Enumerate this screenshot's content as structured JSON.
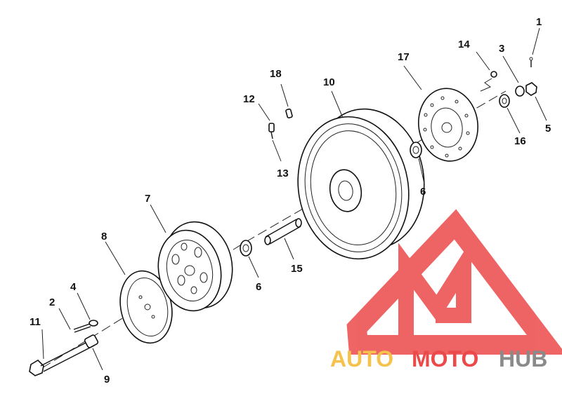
{
  "diagram": {
    "callouts": [
      "1",
      "2",
      "3",
      "4",
      "5",
      "6",
      "6",
      "7",
      "8",
      "9",
      "10",
      "11",
      "12",
      "13",
      "14",
      "15",
      "16",
      "17",
      "18"
    ]
  },
  "watermark": {
    "word_part1": "AUTO",
    "word_part2": "MOTO",
    "word_part3": "HUB",
    "color_red": "#ec4a4a",
    "color_yellow": "#f5c24d",
    "color_gray": "#8a8a8a"
  }
}
